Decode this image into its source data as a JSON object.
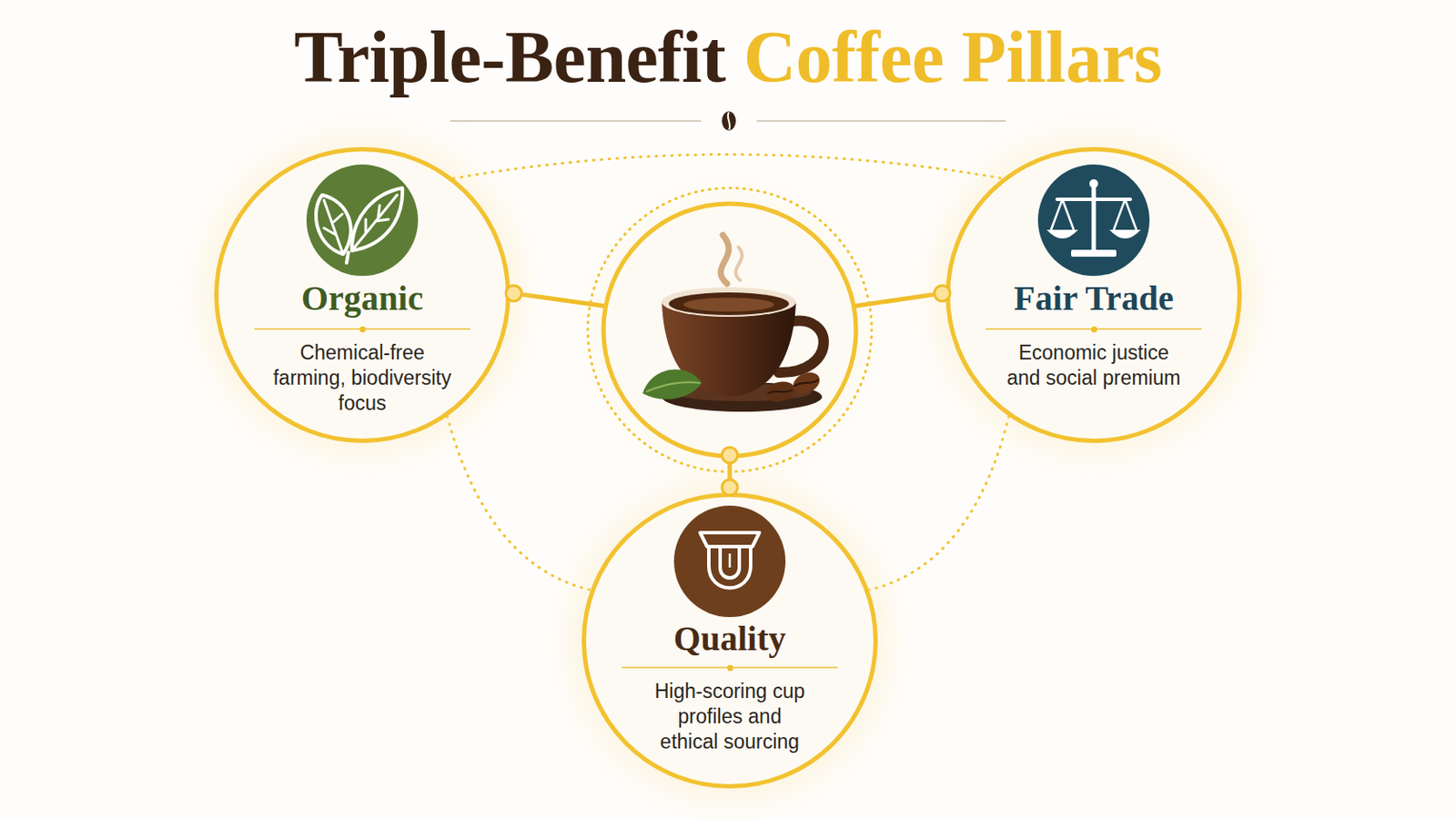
{
  "diagram": {
    "title": "Triple-Benefit Coffee Pillars",
    "nodes": [
      {
        "text": [
          "Organic",
          "Chemical-free farming, biodiversity focus"
        ]
      },
      {
        "text": [
          "Fair Trade",
          "Economic justice and social premium"
        ]
      },
      {
        "text": [
          "Quality",
          "High-scoring cup profiles and ethical sourcing"
        ]
      }
    ],
    "edges": [
      {
        "from": 0,
        "to": 1,
        "arrow": "none"
      },
      {
        "from": 0,
        "to": 2,
        "arrow": "none"
      },
      {
        "from": 1,
        "to": 2,
        "arrow": "none"
      }
    ]
  }
}
